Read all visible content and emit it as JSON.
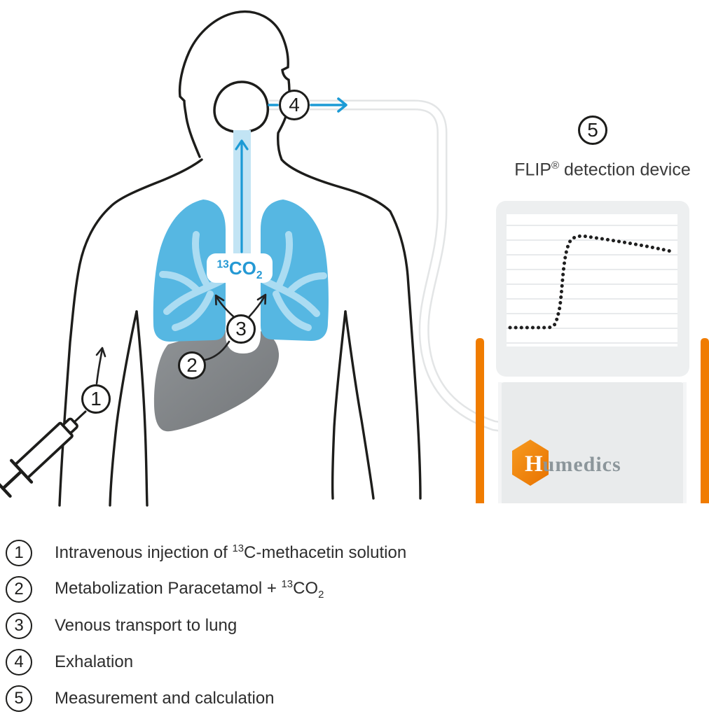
{
  "diagram": {
    "device_title": {
      "pre": "FLIP",
      "sup": "®",
      "post": " detection device"
    },
    "co2_label": {
      "sup": "13",
      "main": "CO",
      "sub": "2"
    },
    "logo": {
      "initial": "H",
      "rest": "umedics"
    },
    "steps": [
      {
        "num": "1",
        "pre": "Intravenous injection of ",
        "sup": "13",
        "mid": "C-methacetin solution",
        "sub": "",
        "post": ""
      },
      {
        "num": "2",
        "pre": "Metabolization Paracetamol + ",
        "sup": "13",
        "mid": "CO",
        "sub": "2",
        "post": ""
      },
      {
        "num": "3",
        "pre": "Venous transport to lung",
        "sup": "",
        "mid": "",
        "sub": "",
        "post": ""
      },
      {
        "num": "4",
        "pre": "Exhalation",
        "sup": "",
        "mid": "",
        "sub": "",
        "post": ""
      },
      {
        "num": "5",
        "pre": "Measurement and calculation",
        "sup": "",
        "mid": "",
        "sub": "",
        "post": ""
      }
    ],
    "device_screen_curve": "dotted measurement curve: flat baseline, steep rise, gentle decline",
    "colors": {
      "accent_blue": "#1b9ad5",
      "lung_blue": "#56b7e2",
      "bronchi_blue": "#abdcf2",
      "trachea_blue": "#c2e4f4",
      "liver_gray": "#85898c",
      "outline_black": "#1d1d1b",
      "device_gray": "#edeff0",
      "orange": "#f07c00",
      "logo_text_gray": "#8c969b"
    }
  }
}
